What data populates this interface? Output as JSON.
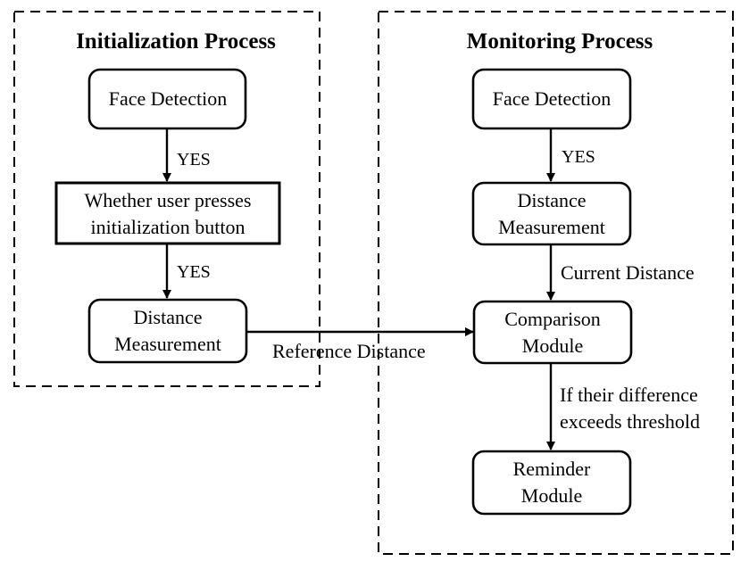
{
  "groups": {
    "initialization": {
      "title": "Initialization Process"
    },
    "monitoring": {
      "title": "Monitoring Process"
    }
  },
  "nodes": {
    "init_face_detection": {
      "label": "Face Detection"
    },
    "init_button_check": {
      "line1": "Whether user presses",
      "line2": "initialization button"
    },
    "init_distance": {
      "line1": "Distance",
      "line2": "Measurement"
    },
    "mon_face_detection": {
      "label": "Face Detection"
    },
    "mon_distance": {
      "line1": "Distance",
      "line2": "Measurement"
    },
    "comparison": {
      "line1": "Comparison",
      "line2": "Module"
    },
    "reminder": {
      "line1": "Reminder",
      "line2": "Module"
    }
  },
  "edges": {
    "init_face_to_button": {
      "label": "YES"
    },
    "init_button_to_distance": {
      "label": "YES"
    },
    "reference": {
      "label": "Reference Distance"
    },
    "mon_face_to_distance": {
      "label": "YES"
    },
    "current": {
      "label": "Current Distance"
    },
    "threshold": {
      "line1": "If their difference",
      "line2": "exceeds threshold"
    }
  },
  "colors": {
    "stroke": "#000000",
    "background": "#ffffff"
  }
}
